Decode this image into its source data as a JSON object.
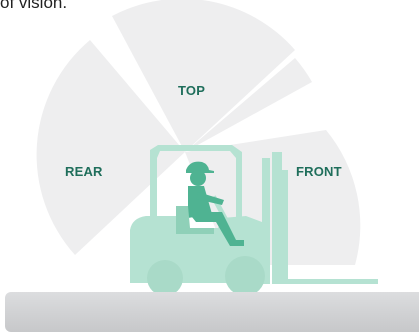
{
  "caption": {
    "visible_fragment": "of vision."
  },
  "zones": {
    "top": {
      "label": "TOP"
    },
    "rear": {
      "label": "REAR"
    },
    "front": {
      "label": "FRONT"
    }
  },
  "colors": {
    "label_text": "#1f6e5b",
    "vision_zone": "#eeeeef",
    "forklift": "#b5e2d2",
    "operator": "#4fb392",
    "ground": "#d0d1d3"
  }
}
